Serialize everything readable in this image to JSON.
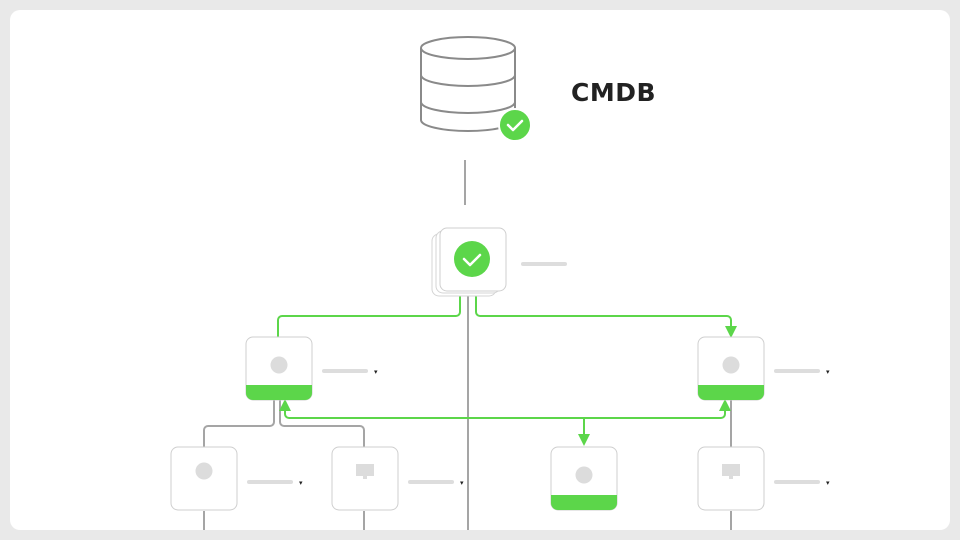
{
  "title": "CMDB",
  "colors": {
    "accent": "#5cd64a",
    "line": "#a5a5a5",
    "placeholder": "#dddddd"
  },
  "nodes": [
    {
      "id": "root",
      "status": "ok",
      "icon": "check-icon"
    },
    {
      "id": "left-1",
      "icon": "circle-icon",
      "highlighted": true,
      "dropdown": "▾"
    },
    {
      "id": "right-1",
      "icon": "circle-icon",
      "highlighted": true,
      "dropdown": "▾"
    },
    {
      "id": "left-2a",
      "icon": "circle-icon",
      "highlighted": false,
      "dropdown": "▾"
    },
    {
      "id": "left-2b",
      "icon": "monitor-icon",
      "highlighted": false,
      "dropdown": "▾"
    },
    {
      "id": "middle-2",
      "icon": "circle-icon",
      "highlighted": true
    },
    {
      "id": "right-2",
      "icon": "monitor-icon",
      "highlighted": false,
      "dropdown": "▾"
    }
  ]
}
